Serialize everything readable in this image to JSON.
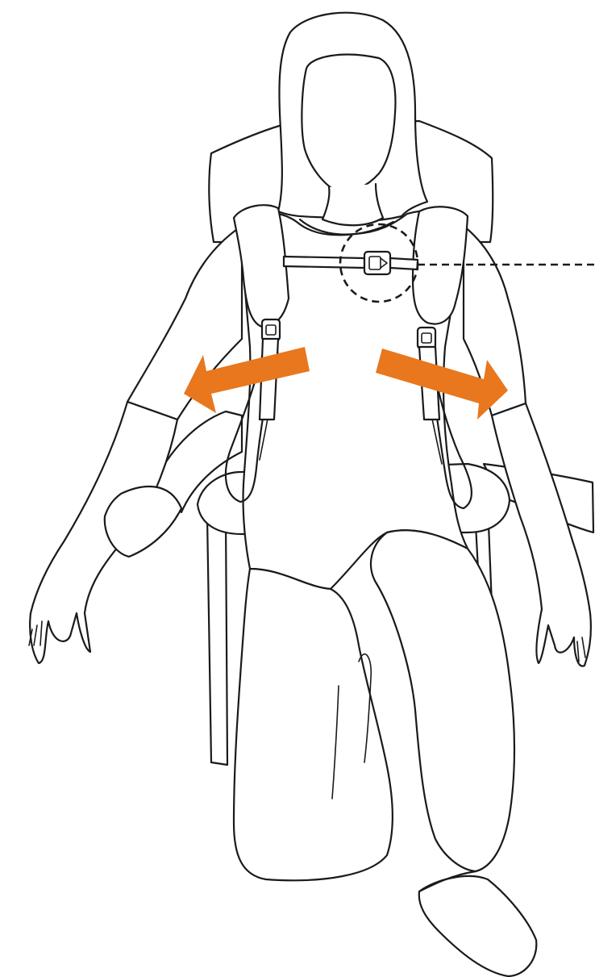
{
  "figure": {
    "type": "harness-adjustment-illustration",
    "subject": "seated-person-wearing-shoulder-harness",
    "callout": "chest-strap-buckle",
    "arrow_directions": [
      "left-outward",
      "right-outward"
    ]
  },
  "colors": {
    "outline": "#1a1a1a",
    "fill": "#ffffff",
    "arrow_accent": "#e8771e"
  },
  "icons": {
    "left_arrow": "arrow-outward-left-icon",
    "right_arrow": "arrow-outward-right-icon",
    "buckle": "buckle-icon",
    "callout_circle": "dashed-circle-icon"
  }
}
